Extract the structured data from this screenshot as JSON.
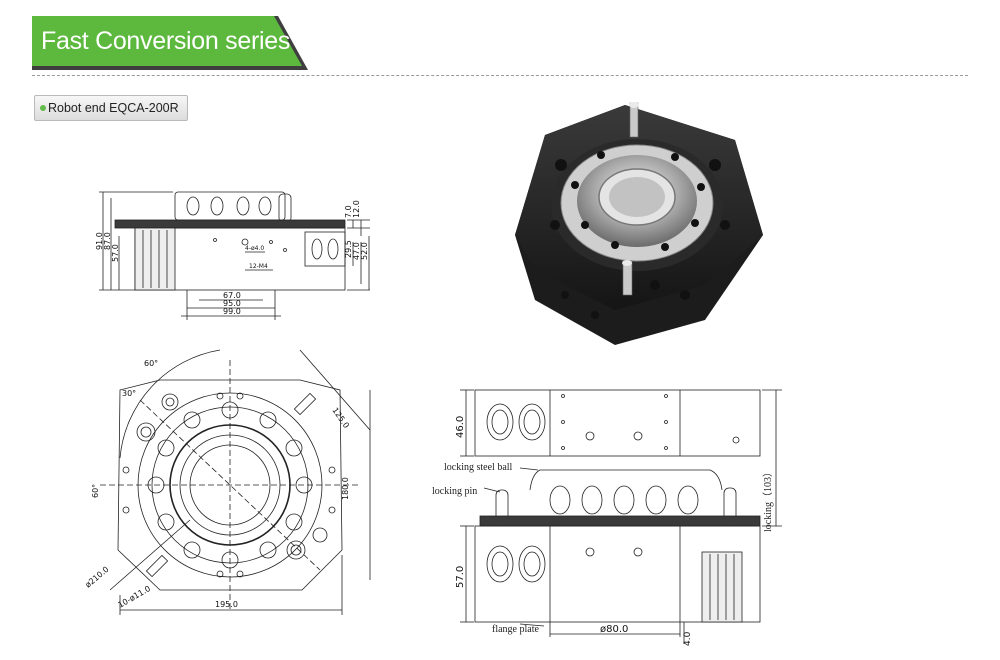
{
  "header": {
    "title": "Fast Conversion series",
    "accent_color": "#5cb93e",
    "accent_dark": "#3f3f3f"
  },
  "product": {
    "label": "Robot end EQCA-200R"
  },
  "side_view_dims": {
    "d91": "91.0",
    "d87": "87.0",
    "d57": "57.0",
    "d7": "7.0",
    "d12": "12.0",
    "d29": "29.5",
    "d47": "47.0",
    "d52": "52.0",
    "d67": "67.0",
    "d95": "95.0",
    "d99": "99.0",
    "hole_a": "4-ø4.0",
    "hole_b": "12-M4"
  },
  "top_view_dims": {
    "a60a": "60°",
    "a30": "30°",
    "a60b": "60°",
    "d125": "125.0",
    "d180": "180.0",
    "d210": "ø210.0",
    "d11": "10-ø11.0",
    "d195": "195.0"
  },
  "front_view": {
    "d46": "46.0",
    "d57": "57.0",
    "d80": "ø80.0",
    "d4": "4.0",
    "locking_ball": "locking steel ball",
    "locking_pin": "locking pin",
    "locking_height": "locking（103）",
    "flange_plate": "flange plate"
  }
}
